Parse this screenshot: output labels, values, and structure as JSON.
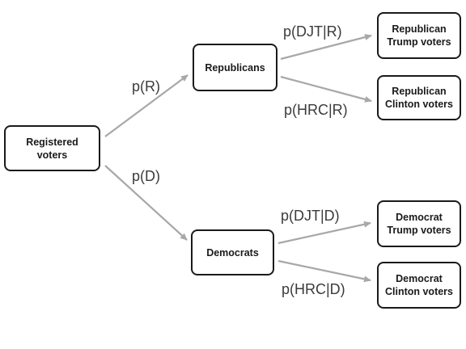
{
  "nodes": {
    "registered": "Registered\nvoters",
    "republicans": "Republicans",
    "democrats": "Democrats",
    "rep_trump": "Republican\nTrump voters",
    "rep_clinton": "Republican\nClinton voters",
    "dem_trump": "Democrat\nTrump voters",
    "dem_clinton": "Democrat\nClinton voters"
  },
  "edge_labels": {
    "p_r": "p(R)",
    "p_d": "p(D)",
    "p_djt_r": "p(DJT|R)",
    "p_hrc_r": "p(HRC|R)",
    "p_djt_d": "p(DJT|D)",
    "p_hrc_d": "p(HRC|D)"
  },
  "colors": {
    "arrow": "#a8a8a8",
    "border": "#1a1a1a"
  }
}
